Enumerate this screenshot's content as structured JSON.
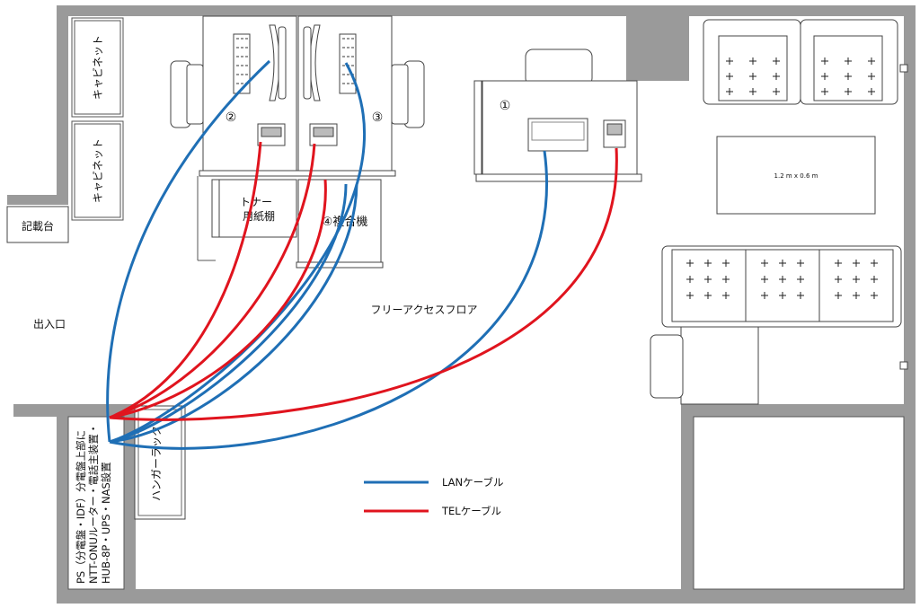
{
  "labels": {
    "cabinet_1": "キャビネット",
    "cabinet_2": "キャビネット",
    "desk": "記載台",
    "entrance": "出入口",
    "floor": "フリーアクセスフロア",
    "toner": "トナー",
    "paper_shelf": "用紙棚",
    "mfp": "④複合機",
    "hanger_rack": "ハンガーラック",
    "ps_line1": "PS（分電盤・IDF）分電盤上部に",
    "ps_line2": "NTT-ONUルーター・電話主装置・",
    "ps_line3": "HUB-8P・UPS・NAS設置",
    "table_size": "1.2 m x 0.6 m",
    "ws1": "①",
    "ws2": "②",
    "ws3": "③"
  },
  "legend": {
    "lan": "LANケーブル",
    "tel": "TELケーブル"
  },
  "colors": {
    "lan": "#1f6fb5",
    "tel": "#e0141e",
    "wall": "#9a9a9a"
  }
}
